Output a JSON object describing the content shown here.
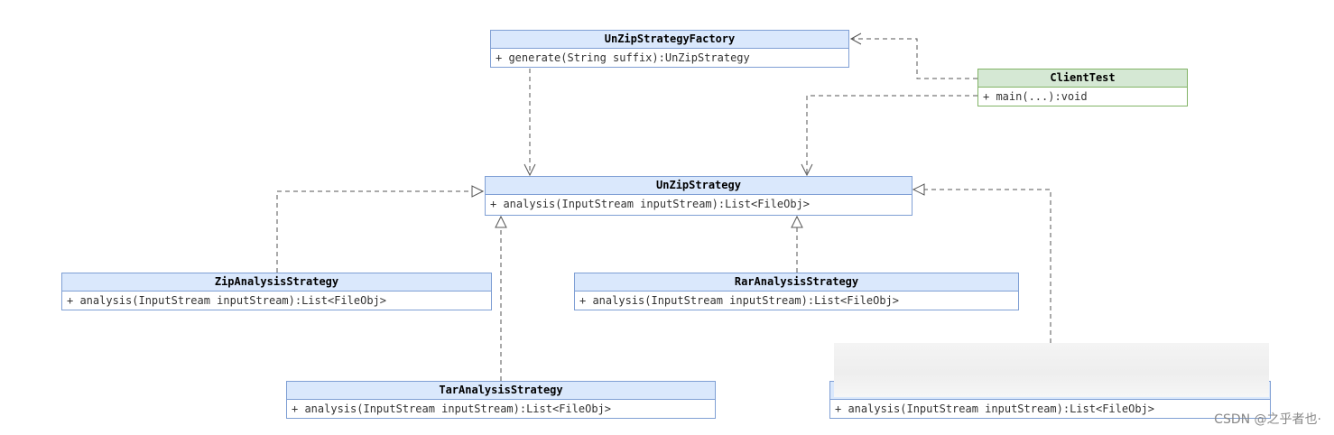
{
  "classes": {
    "factory": {
      "name": "UnZipStrategyFactory",
      "member": "+ generate(String suffix):UnZipStrategy"
    },
    "client": {
      "name": "ClientTest",
      "member": "+ main(...):void"
    },
    "strategy": {
      "name": "UnZipStrategy",
      "member": "+ analysis(InputStream inputStream):List<FileObj>"
    },
    "zip": {
      "name": "ZipAnalysisStrategy",
      "member": "+ analysis(InputStream inputStream):List<FileObj>"
    },
    "rar": {
      "name": "RarAnalysisStrategy",
      "member": "+ analysis(InputStream inputStream):List<FileObj>"
    },
    "tar": {
      "name": "TarAnalysisStrategy",
      "member": "+ analysis(InputStream inputStream):List<FileObj>"
    },
    "hidden": {
      "name": "",
      "member": "+ analysis(InputStream inputStream):List<FileObj>"
    }
  },
  "watermark": "CSDN @之乎者也·",
  "colors": {
    "class_header": "#dae8fc",
    "class_border": "#7f9fd4",
    "client_header": "#d5e8d4",
    "client_border": "#82b366",
    "connector": "#555555"
  }
}
